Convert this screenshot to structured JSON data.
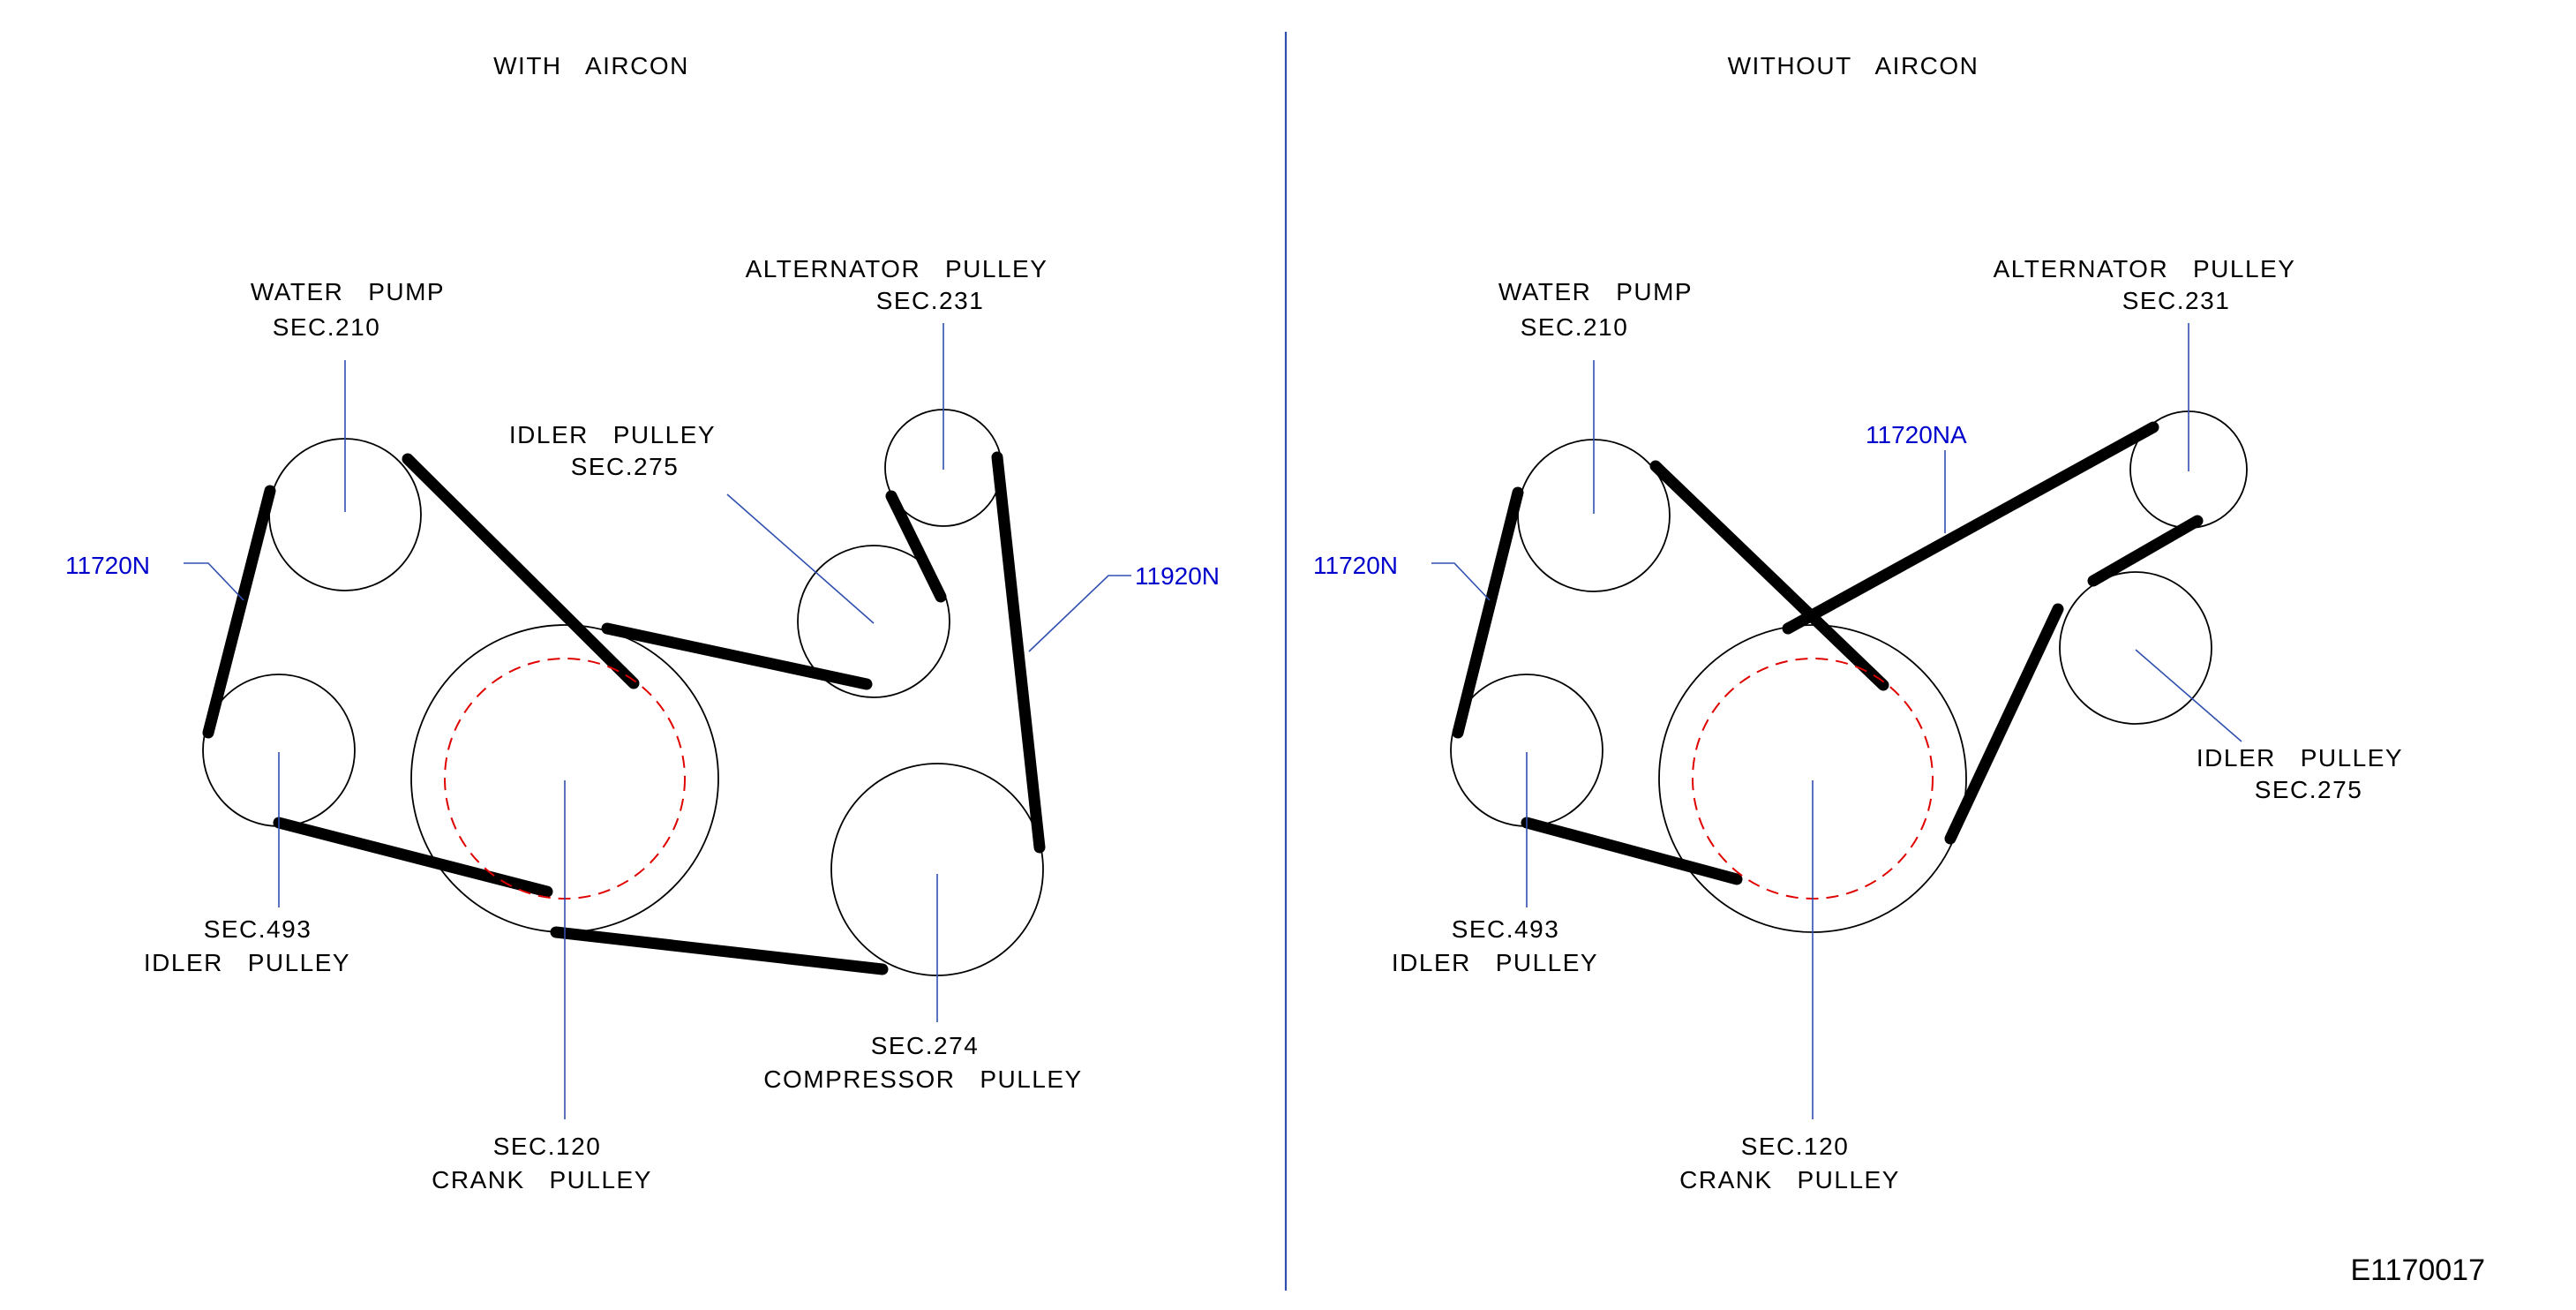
{
  "left_panel": {
    "title": "WITH   AIRCON",
    "water_pump": {
      "line1": "WATER   PUMP",
      "line2": "SEC.210"
    },
    "alternator": {
      "line1": "ALTERNATOR   PULLEY",
      "line2": "SEC.231"
    },
    "idler_upper": {
      "line1": "IDLER   PULLEY",
      "line2": "SEC.275"
    },
    "idler_lower": {
      "line1": "SEC.493",
      "line2": "IDLER   PULLEY"
    },
    "crank": {
      "line1": "SEC.120",
      "line2": "CRANK   PULLEY"
    },
    "compressor": {
      "line1": "SEC.274",
      "line2": "COMPRESSOR   PULLEY"
    },
    "belt_code_1": "11720N",
    "belt_code_2": "11920N"
  },
  "right_panel": {
    "title": "WITHOUT   AIRCON",
    "water_pump": {
      "line1": "WATER   PUMP",
      "line2": "SEC.210"
    },
    "alternator": {
      "line1": "ALTERNATOR   PULLEY",
      "line2": "SEC.231"
    },
    "idler_right": {
      "line1": "IDLER   PULLEY",
      "line2": "SEC.275"
    },
    "idler_lower": {
      "line1": "SEC.493",
      "line2": "IDLER   PULLEY"
    },
    "crank": {
      "line1": "SEC.120",
      "line2": "CRANK   PULLEY"
    },
    "belt_code_1": "11720N",
    "belt_code_2": "11720NA"
  },
  "figure_code": "E1170017",
  "colors": {
    "belt": "#000000",
    "leader_line": "#3050b0",
    "part_number": "#0000cc",
    "crank_dashed_circle": "#e00000"
  }
}
